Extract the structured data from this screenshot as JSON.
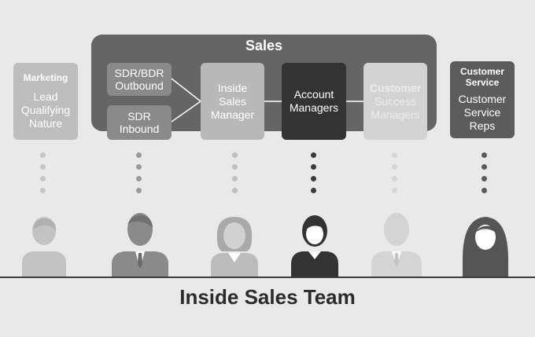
{
  "sales_group": {
    "title": "Sales"
  },
  "marketing": {
    "title": "Marketing",
    "body": [
      "Lead",
      "Qualifying",
      "Nature"
    ]
  },
  "sdr_outbound": {
    "lines": [
      "SDR/BDR",
      "Outbound"
    ]
  },
  "sdr_inbound": {
    "lines": [
      "SDR",
      "Inbound"
    ]
  },
  "inside_sales_manager": {
    "lines": [
      "Inside",
      "Sales",
      "Manager"
    ]
  },
  "account_managers": {
    "lines": [
      "Account",
      "Managers"
    ]
  },
  "customer_success": {
    "lines": [
      "Customer",
      "Success",
      "Managers"
    ]
  },
  "customer_service": {
    "title": [
      "Customer",
      "Service"
    ],
    "body": [
      "Customer",
      "Service",
      "Reps"
    ]
  },
  "footer": {
    "title": "Inside Sales Team"
  },
  "colors": {
    "background": "#e9e9e9",
    "sales_panel": "#656565",
    "marketing": "#bdbdbd",
    "sdr": "#8a8a8a",
    "inside_sales_manager": "#b8b8b8",
    "account_managers": "#333333",
    "customer_success": "#d3d3d3",
    "customer_service": "#5c5c5c"
  }
}
